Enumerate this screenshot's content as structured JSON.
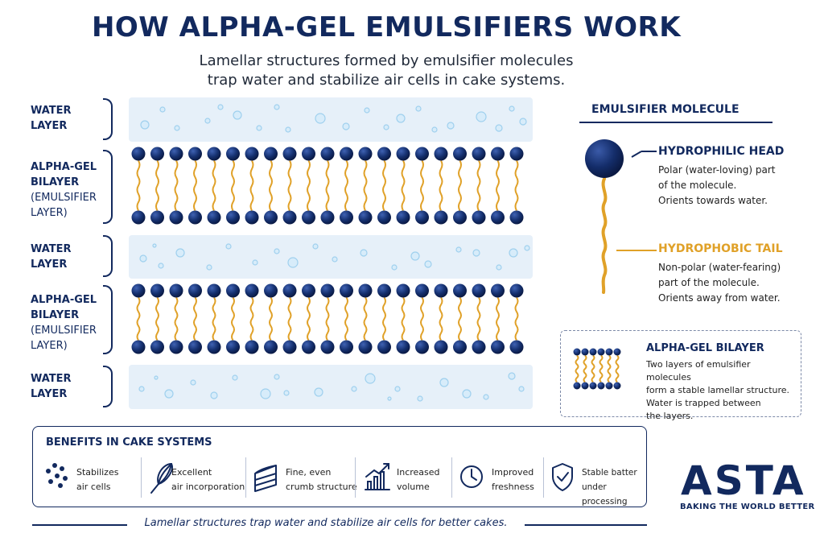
{
  "header": {
    "title": "HOW ALPHA-GEL EMULSIFIERS WORK",
    "subtitle_line1": "Lamellar structures formed by emulsifier molecules",
    "subtitle_line2": "trap water and stabilize air cells in cake systems."
  },
  "layers": {
    "water1": {
      "line1": "WATER",
      "line2": "LAYER"
    },
    "bilayer1": {
      "line1": "ALPHA-GEL",
      "line2": "BILAYER",
      "line3": "(EMULSIFIER",
      "line4": "LAYER)"
    },
    "water2": {
      "line1": "WATER",
      "line2": "LAYER"
    },
    "bilayer2": {
      "line1": "ALPHA-GEL",
      "line2": "BILAYER",
      "line3": "(EMULSIFIER",
      "line4": "LAYER)"
    },
    "water3": {
      "line1": "WATER",
      "line2": "LAYER"
    }
  },
  "molecule_panel": {
    "heading": "EMULSIFIER MOLECULE",
    "head_title": "HYDROPHILIC HEAD",
    "head_desc_1": "Polar (water-loving) part",
    "head_desc_2": "of the molecule.",
    "head_desc_3": "Orients towards water.",
    "tail_title": "HYDROPHOBIC TAIL",
    "tail_desc_1": "Non-polar (water-fearing)",
    "tail_desc_2": "part of the molecule.",
    "tail_desc_3": "Orients away from water."
  },
  "bilayer_box": {
    "title": "ALPHA-GEL BILAYER",
    "desc_1": "Two layers of emulsifier molecules",
    "desc_2": "form a stable lamellar structure.",
    "desc_3": "Water is trapped between",
    "desc_4": "the layers."
  },
  "benefits": {
    "title": "BENEFITS IN CAKE SYSTEMS",
    "items": [
      {
        "icon": "air-cells-icon",
        "line1": "Stabilizes",
        "line2": "air cells"
      },
      {
        "icon": "whisk-icon",
        "line1": "Excellent",
        "line2": "air incorporation"
      },
      {
        "icon": "cake-slice-icon",
        "line1": "Fine, even",
        "line2": "crumb structure"
      },
      {
        "icon": "volume-chart-icon",
        "line1": "Increased",
        "line2": "volume"
      },
      {
        "icon": "clock-icon",
        "line1": "Improved",
        "line2": "freshness"
      },
      {
        "icon": "shield-check-icon",
        "line1": "Stable batter",
        "line2": "under processing"
      }
    ]
  },
  "brand": {
    "logo": "ASTA",
    "tagline": "BAKING THE WORLD BETTER"
  },
  "footer": {
    "text": "Lamellar structures trap water and stabilize air cells for better cakes."
  },
  "colors": {
    "navy": "#12295e",
    "tail_gold": "#e0a128",
    "water_blue": "#e6f0f9",
    "bubble_blue": "#9fd0ee"
  }
}
